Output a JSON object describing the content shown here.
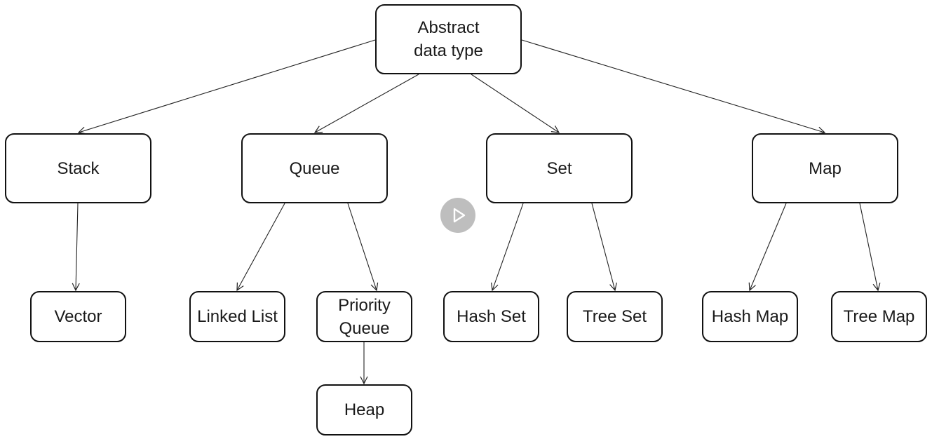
{
  "diagram": {
    "nodes": {
      "root": "Abstract\ndata type",
      "stack": "Stack",
      "queue": "Queue",
      "set": "Set",
      "map": "Map",
      "vector": "Vector",
      "linked_list": "Linked List",
      "priority_queue": "Priority\nQueue",
      "hash_set": "Hash Set",
      "tree_set": "Tree Set",
      "hash_map": "Hash Map",
      "tree_map": "Tree Map",
      "heap": "Heap"
    },
    "edges": [
      {
        "from": "root",
        "to": "stack"
      },
      {
        "from": "root",
        "to": "queue"
      },
      {
        "from": "root",
        "to": "set"
      },
      {
        "from": "root",
        "to": "map"
      },
      {
        "from": "stack",
        "to": "vector"
      },
      {
        "from": "queue",
        "to": "linked_list"
      },
      {
        "from": "queue",
        "to": "priority_queue"
      },
      {
        "from": "set",
        "to": "hash_set"
      },
      {
        "from": "set",
        "to": "tree_set"
      },
      {
        "from": "map",
        "to": "hash_map"
      },
      {
        "from": "map",
        "to": "tree_map"
      },
      {
        "from": "priority_queue",
        "to": "heap"
      }
    ]
  },
  "overlay": {
    "icon": "play-icon",
    "color": "#b9b9b9"
  }
}
